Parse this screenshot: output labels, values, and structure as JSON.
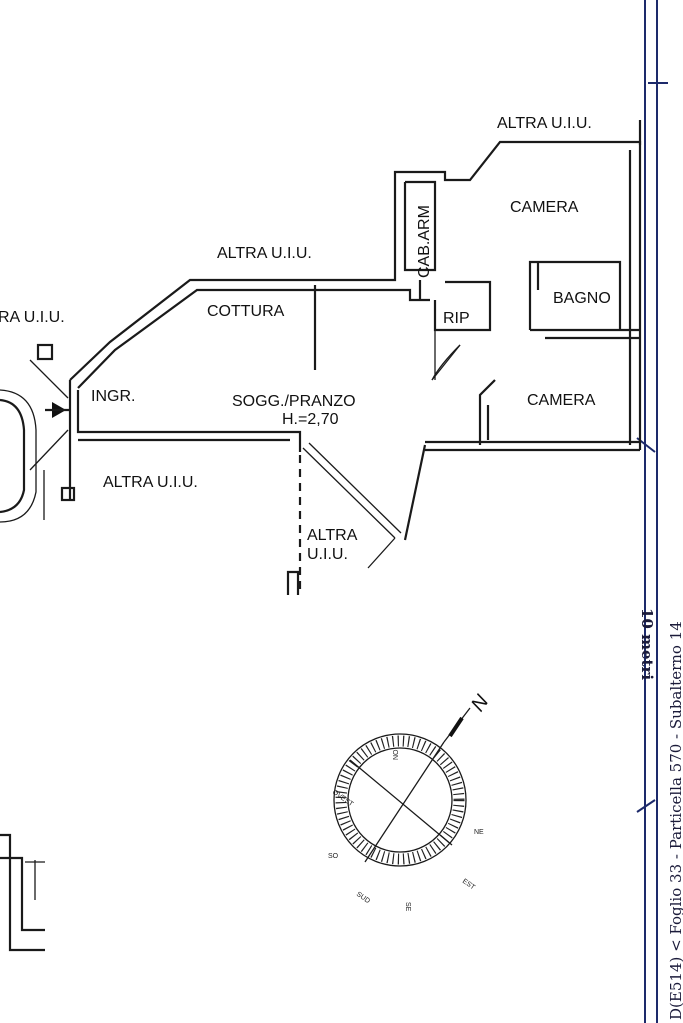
{
  "plan": {
    "rooms": {
      "altra_top_right": "ALTRA U.I.U.",
      "camera_top": "CAMERA",
      "cab_arm": "CAB.ARM",
      "altra_top": "ALTRA U.I.U.",
      "altra_left": "RA U.I.U.",
      "cottura": "COTTURA",
      "rip": "RIP",
      "bagno": "BAGNO",
      "ingr": "INGR.",
      "sogg_pranzo": "SOGG./PRANZO",
      "height": "H.=2,70",
      "camera_bottom": "CAMERA",
      "altra_bottom": "ALTRA U.I.U.",
      "altra_south_1": "ALTRA",
      "altra_south_2": "U.I.U."
    },
    "compass": {
      "north": "N",
      "no": "NO",
      "ovest": "OVEST",
      "ne": "NE",
      "so": "SO",
      "sud": "SUD",
      "se": "SE",
      "est": "EST"
    },
    "scale_label": "10 metri",
    "cadastral_reference": "D(E514)  <  Foglio 33 - Particella 570 - Subalterno 14"
  }
}
